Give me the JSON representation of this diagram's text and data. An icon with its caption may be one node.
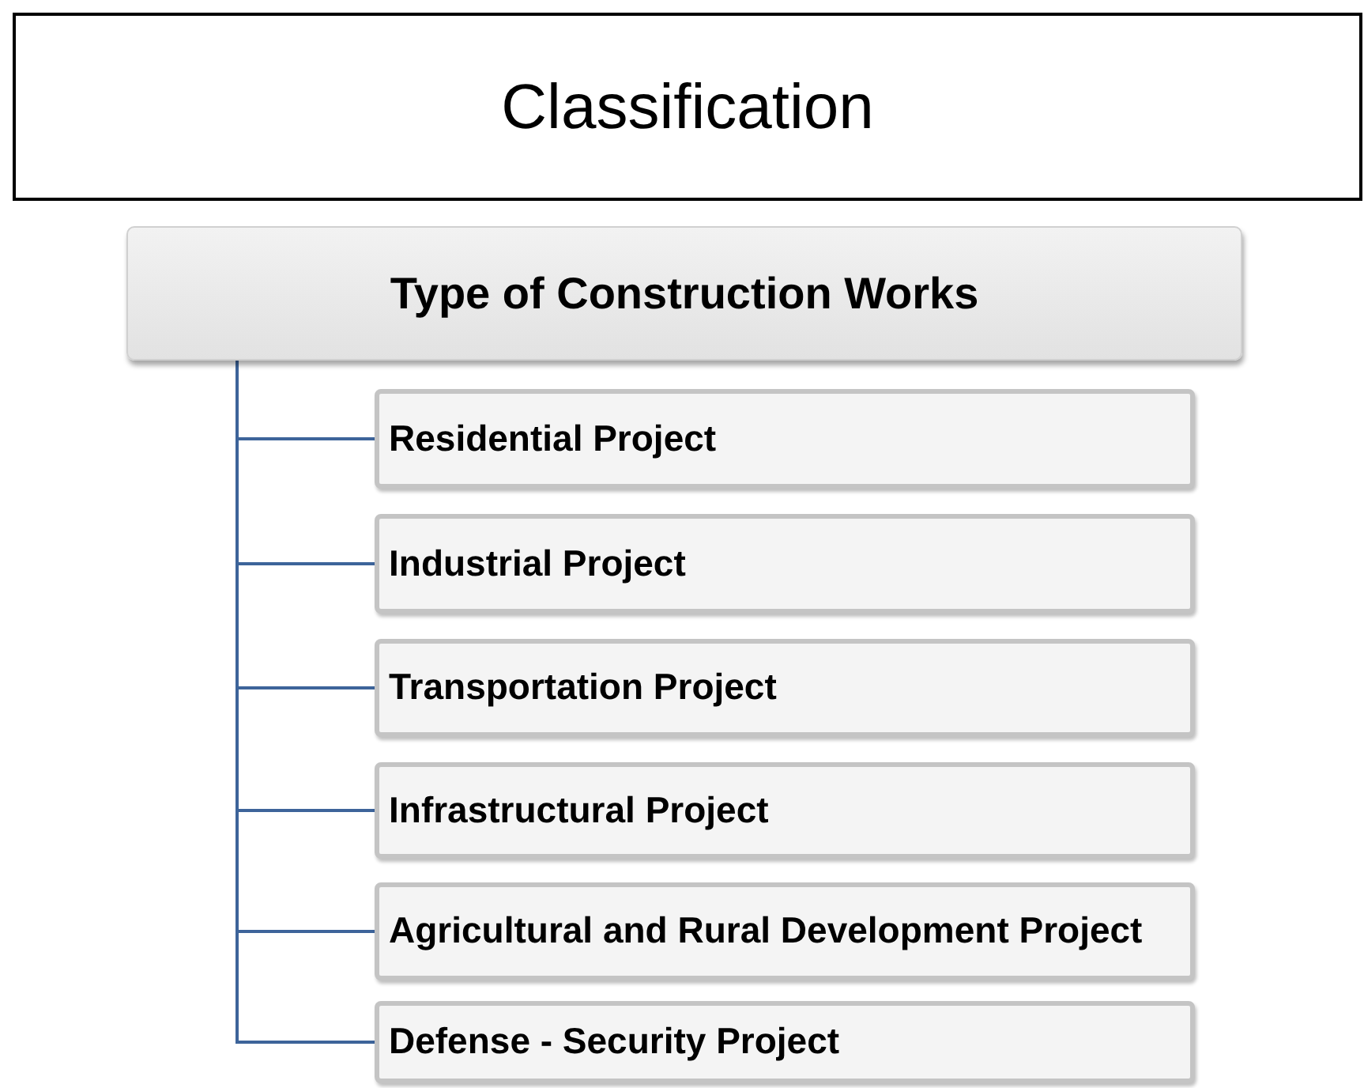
{
  "diagram": {
    "title": "Classification",
    "nodes": [
      {
        "text": [
          "Type of Construction Works"
        ]
      },
      {
        "text": [
          "Residential Project"
        ]
      },
      {
        "text": [
          "Industrial Project"
        ]
      },
      {
        "text": [
          "Transportation Project"
        ]
      },
      {
        "text": [
          "Infrastructural Project"
        ]
      },
      {
        "text": [
          "Agricultural and Rural Development Project"
        ]
      },
      {
        "text": [
          "Defense - Security Project"
        ]
      }
    ],
    "edges": [
      {
        "from": 0,
        "to": 1,
        "arrow": "none"
      },
      {
        "from": 0,
        "to": 2,
        "arrow": "none"
      },
      {
        "from": 0,
        "to": 3,
        "arrow": "none"
      },
      {
        "from": 0,
        "to": 4,
        "arrow": "none"
      },
      {
        "from": 0,
        "to": 5,
        "arrow": "none"
      },
      {
        "from": 0,
        "to": 6,
        "arrow": "none"
      }
    ]
  }
}
